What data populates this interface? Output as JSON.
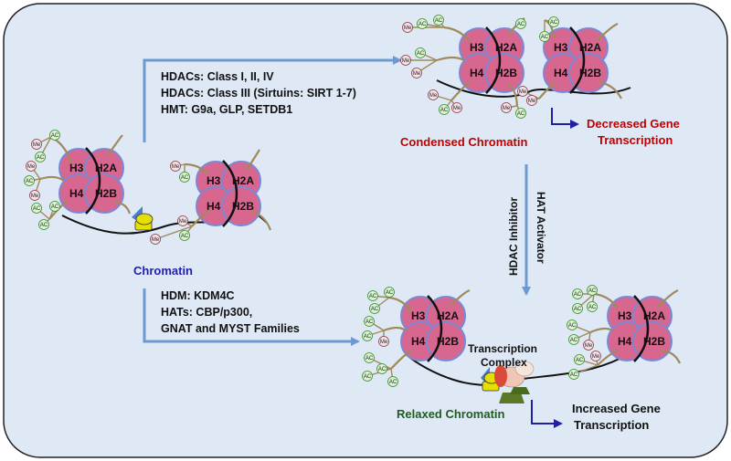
{
  "labels": {
    "chromatin": "Chromatin",
    "condensed": "Condensed Chromatin",
    "relaxed": "Relaxed Chromatin",
    "decreased_line1": "Decreased Gene",
    "decreased_line2": "Transcription",
    "increased_line1": "Increased Gene",
    "increased_line2": "Transcription",
    "hdac_inhibitor": "HDAC Inhibitor",
    "hat_activator": "HAT Activator",
    "transcription_line1": "Transcription",
    "transcription_line2": "Complex"
  },
  "upper_enzymes": [
    "HDACs: Class I, II, IV",
    "HDACs: Class III (Sirtuins: SIRT 1-7)",
    "HMT: G9a, GLP, SETDB1"
  ],
  "lower_enzymes": [
    "HDM: KDM4C",
    "HATs: CBP/p300,",
    "GNAT and MYST Families"
  ],
  "histones": {
    "h3": "H3",
    "h2a": "H2A",
    "h4": "H4",
    "h2b": "H2B"
  },
  "marks": {
    "ac": "AC",
    "me": "Me"
  },
  "colors": {
    "background": "#dfe9f5",
    "histone": "#d8678f",
    "histone_outline": "#7a88d6",
    "tail": "#a08a5b",
    "arrow": "#6c9ad0",
    "red_label": "#c00000",
    "blue_label": "#1f1fb0",
    "green_label": "#1f5c1f",
    "ac_fill": "#d8f5d0",
    "ac_stroke": "#3a8a2a",
    "me_fill": "#f4e2e6",
    "me_stroke": "#8a3a4a"
  }
}
